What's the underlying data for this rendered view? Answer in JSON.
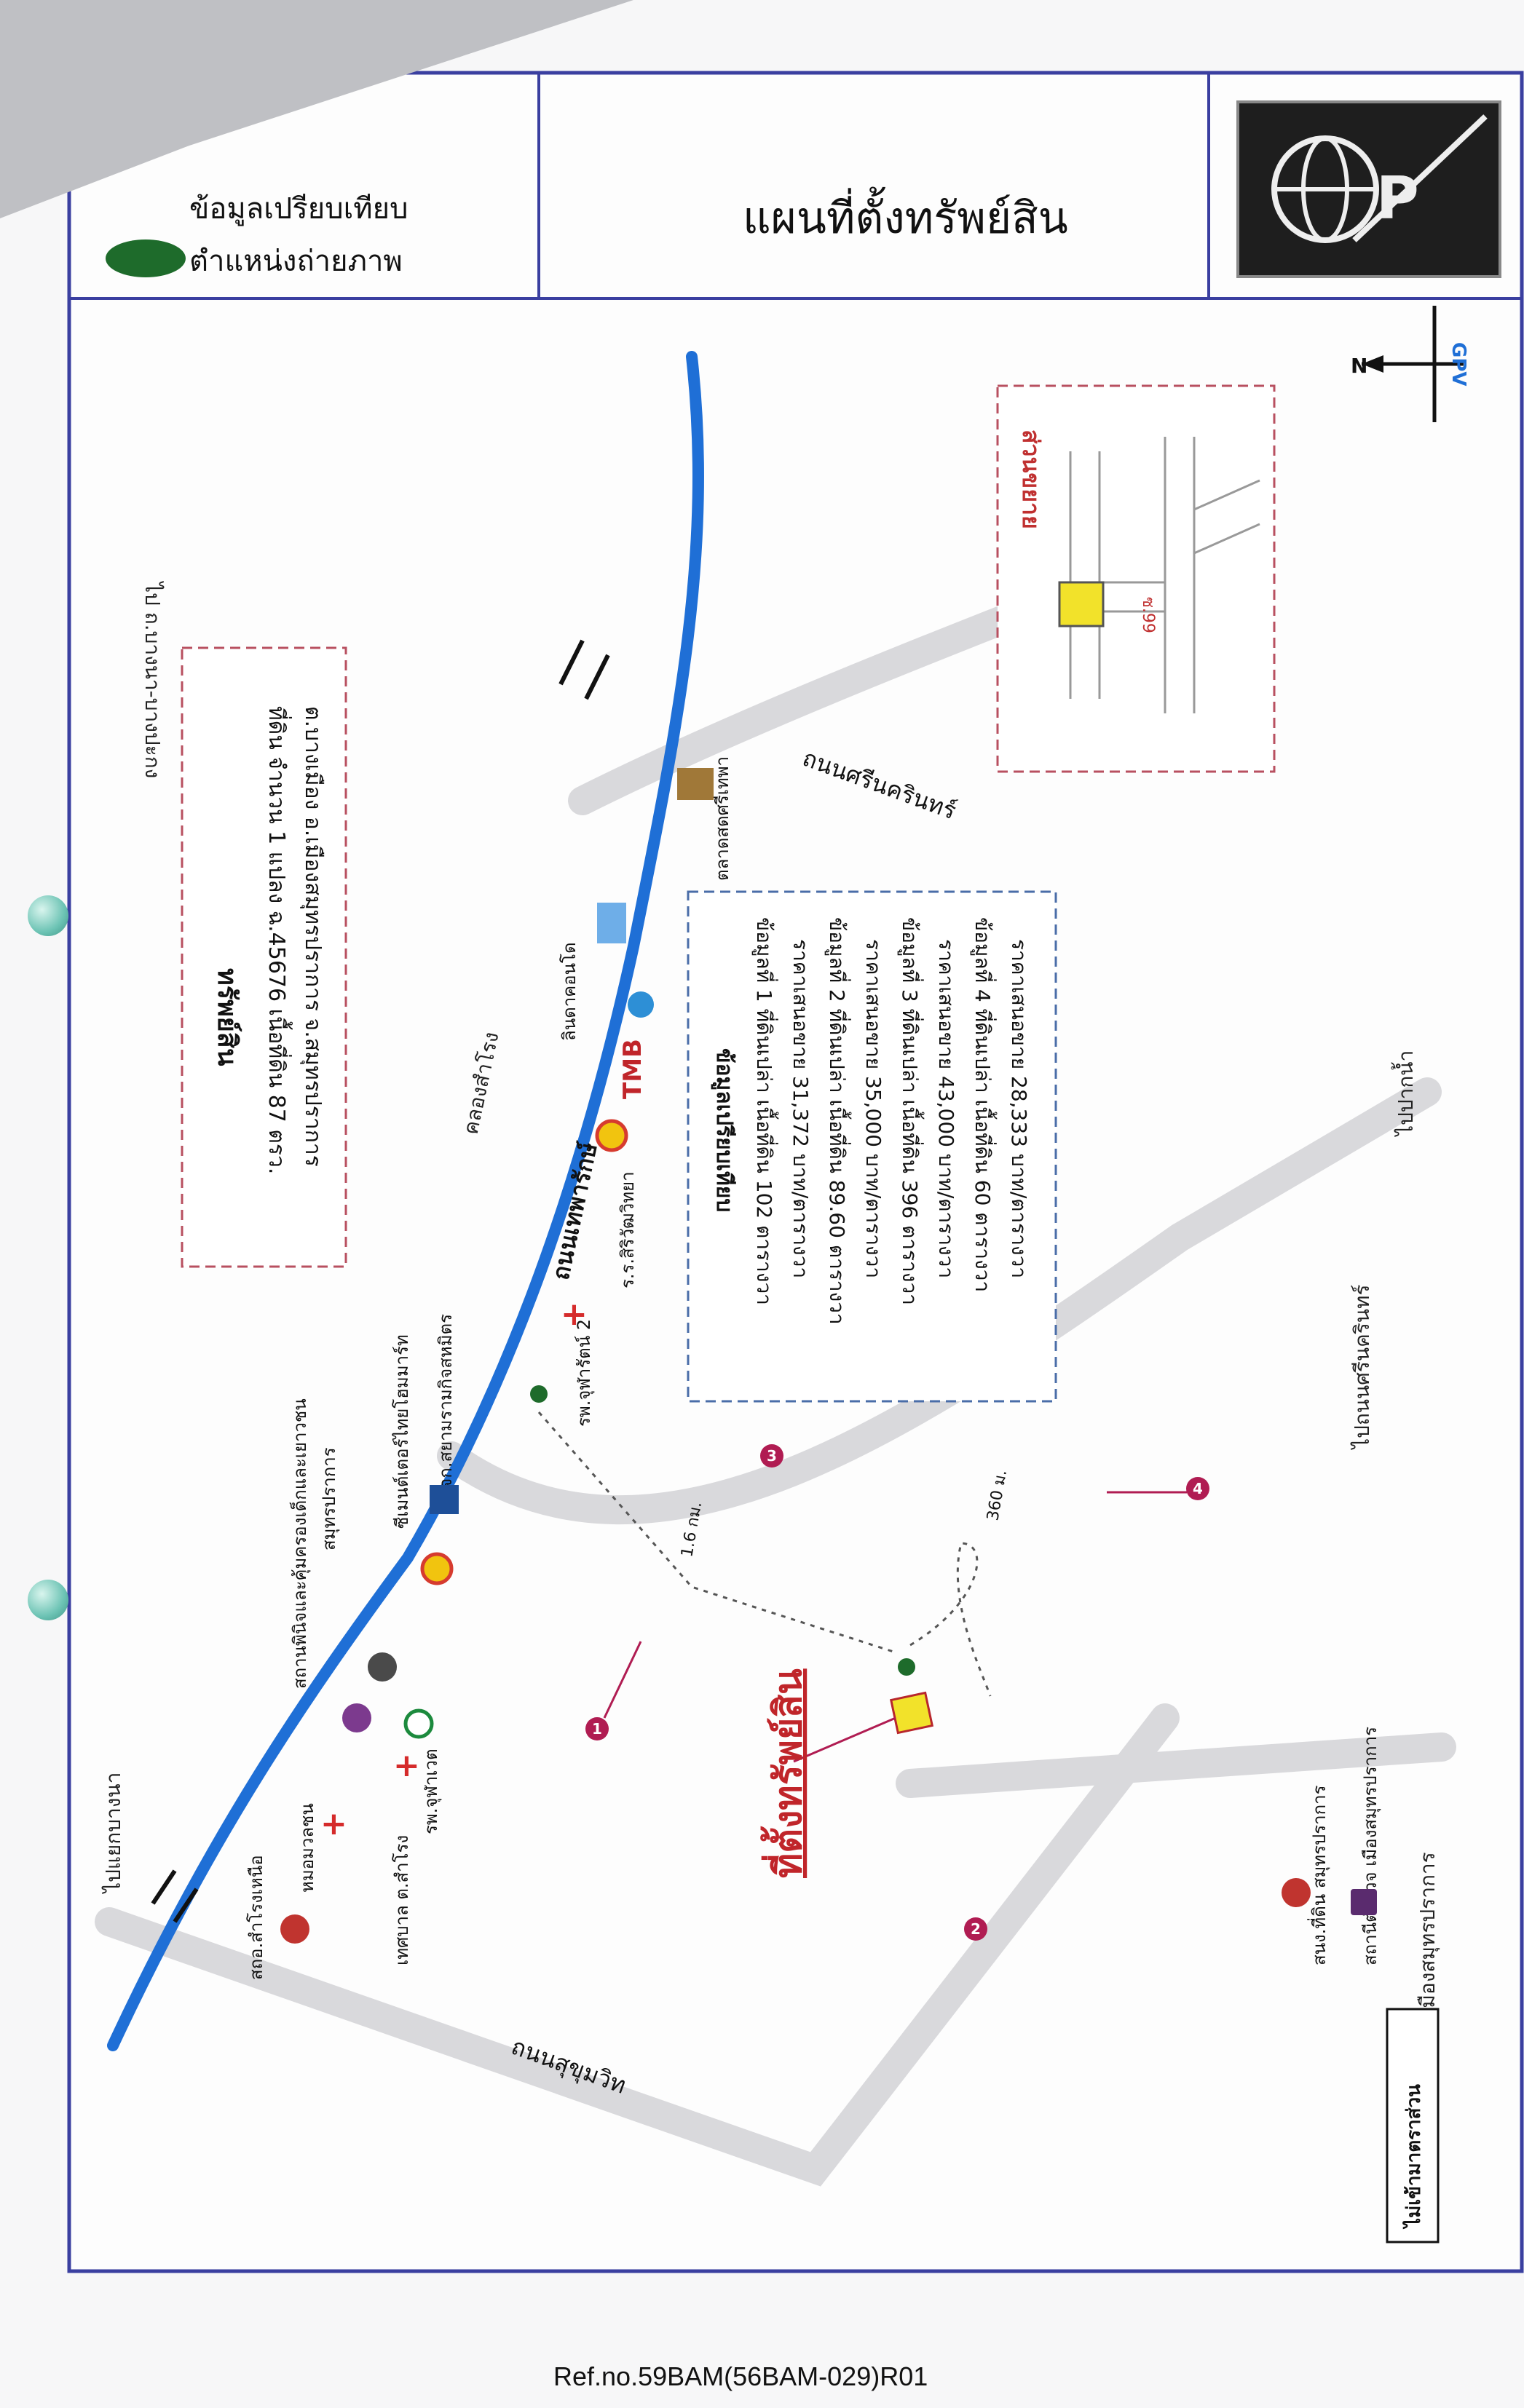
{
  "title_block": {
    "title": "แผนที่ตั้งทรัพย์สิน",
    "logo_text": "P"
  },
  "legend": {
    "items": [
      {
        "label": "ข้อมูลเปรียบเทียบ"
      },
      {
        "label": "ตำแหน่งถ่ายภาพ"
      }
    ]
  },
  "property_box": {
    "heading": "ทรัพย์สิน",
    "line1": "ที่ดิน จำนวน 1 แปลง ฉ.45676 เนื้อที่ดิน 87 ตรว.",
    "line2": "ต.บางเมือง อ.เมืองสมุทรปราการ จ.สมุทรปราการ"
  },
  "comparison_box": {
    "heading": "ข้อมูลเปรียบเทียบ",
    "lines": [
      "ข้อมูลที่ 1 ที่ดินเปล่า เนื้อที่ดิน 102 ตารางวา",
      "ราคาเสนอขาย 31,372 บาท/ตารางวา",
      "ข้อมูลที่ 2 ที่ดินเปล่า เนื้อที่ดิน 89.60 ตารางวา",
      "ราคาเสนอขาย 35,000 บาท/ตารางวา",
      "ข้อมูลที่ 3 ที่ดินเปล่า เนื้อที่ดิน 396 ตารางวา",
      "ราคาเสนอขาย 43,000 บาท/ตารางวา",
      "ข้อมูลที่ 4 ที่ดินเปล่า เนื้อที่ดิน 60 ตารางวา",
      "ราคาเสนอขาย 28,333 บาท/ตารางวา"
    ]
  },
  "enlarge_box": {
    "heading": "ส่วนขยาย",
    "dim": "ซ.99"
  },
  "property_label": "ที่ตั้งทรัพย์สิน",
  "road_labels": {
    "sukhumvit": "ถนนสุขุมวิท",
    "srinakarin": "ถนนศรีนครินทร์",
    "theparak": "ถนนเทพารักษ์",
    "canal": "คลองสำโรง",
    "to_bangna": "ไปแยกบางนา",
    "to_bangna_bangpakong": "ไป ถ.บางนา-บางปะกง",
    "to_samutprakan": "ไปเมืองสมุทรปราการ",
    "to_srinakarin": "ไปถนนศรีนครินทร์",
    "to_paknam": "ไปปากน้ำ",
    "no_entry": "ไม่เข้ามาตราส่วน"
  },
  "landmarks": {
    "samrong_north": "สถอ.สำโรงเหนือ",
    "mor_mualchon": "หมอมวลชน",
    "samrong_municipality": "เทศบาล ต.สำโรง",
    "hospital_chularat": "รพ.จุฬาเวต",
    "juvenile": "สถานพินิจและคุ้มครองเด็กและเยาวชน",
    "juvenile_line2": "สมุทรปราการ",
    "siam_makro": "ซีเมนต์เตอร์ไทยโฮมมาร์ท",
    "siamsamit": "บจก.สยามรามกิจสหมิตร",
    "hospital2": "รพ.จุฬารัตน์ 2",
    "school": "ร.ร.สิริวัฒวิทยา",
    "indoor": "ลินดาคอนโด",
    "market": "ตลาดสดศรีเทพา",
    "land_office": "สนง.ที่ดิน สมุทรปราการ",
    "police": "สถานีตำรวจ เมืองสมุทรปราการ",
    "tmb": "TMB"
  },
  "distances": {
    "d1": "1.6 กม.",
    "d2": "360 ม."
  },
  "compass": {
    "north": "N",
    "brand": "GPV"
  },
  "markers": [
    "1",
    "2",
    "3",
    "4"
  ],
  "reference": "Ref.no.59BAM(56BAM-029)R01",
  "colors": {
    "canal": "#1f6fd6",
    "marker": "#b01c52",
    "property": "#f2e22a",
    "frame": "#3a3fa0"
  }
}
